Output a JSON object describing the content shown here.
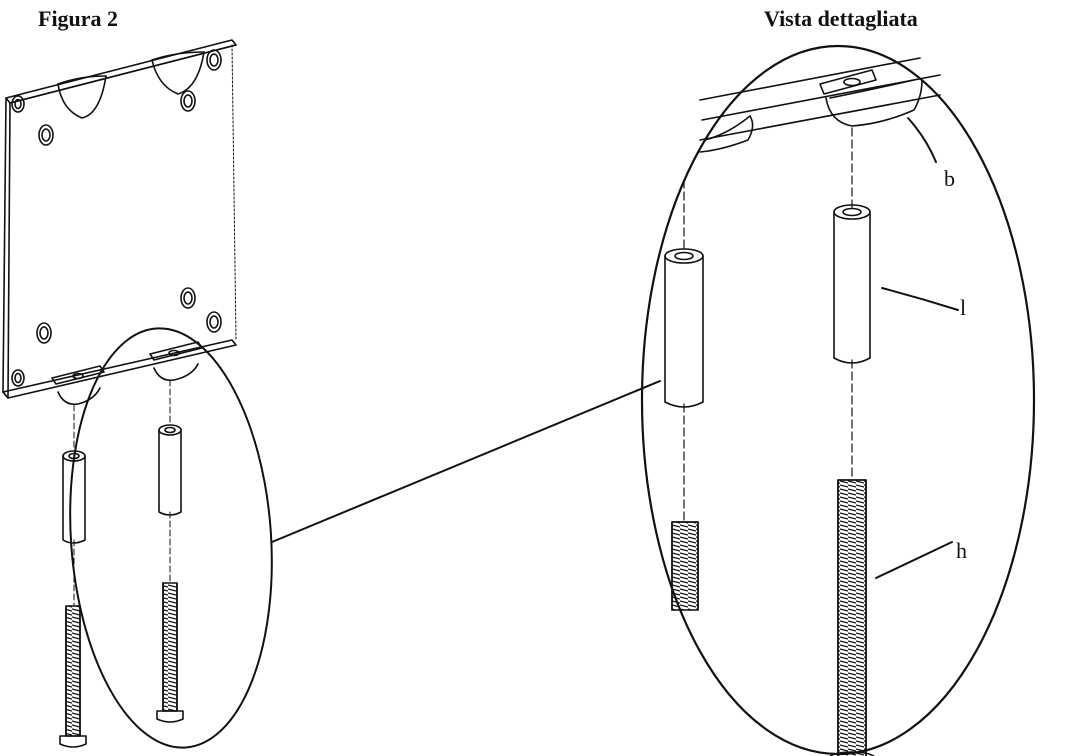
{
  "figure": {
    "title": "Figura 2",
    "detail_title": "Vista dettagliata"
  },
  "callouts": {
    "bracket": "b",
    "spacer": "l",
    "screw": "h"
  }
}
